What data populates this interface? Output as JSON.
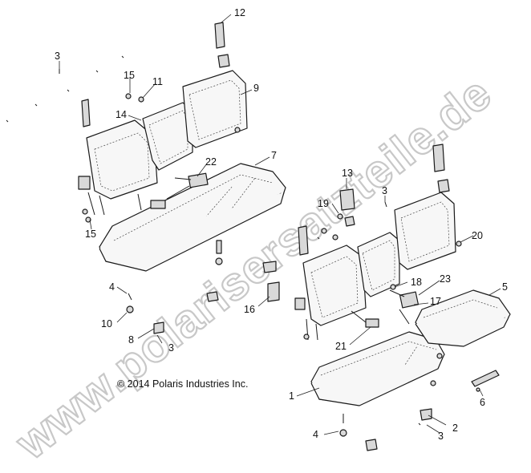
{
  "copyright": "© 2014 Polaris Industries Inc.",
  "watermark": "www.polarisersatzteile.de",
  "callouts": {
    "c1": "1",
    "c2": "2",
    "c3a": "3",
    "c3b": "3",
    "c3c": "3",
    "c3d": "3",
    "c4a": "4",
    "c4b": "4",
    "c5": "5",
    "c6": "6",
    "c7": "7",
    "c8": "8",
    "c9": "9",
    "c10": "10",
    "c11": "11",
    "c12": "12",
    "c13": "13",
    "c14": "14",
    "c15a": "15",
    "c15b": "15",
    "c16": "16",
    "c17": "17",
    "c18": "18",
    "c19": "19",
    "c20": "20",
    "c21": "21",
    "c22": "22",
    "c23": "23"
  }
}
